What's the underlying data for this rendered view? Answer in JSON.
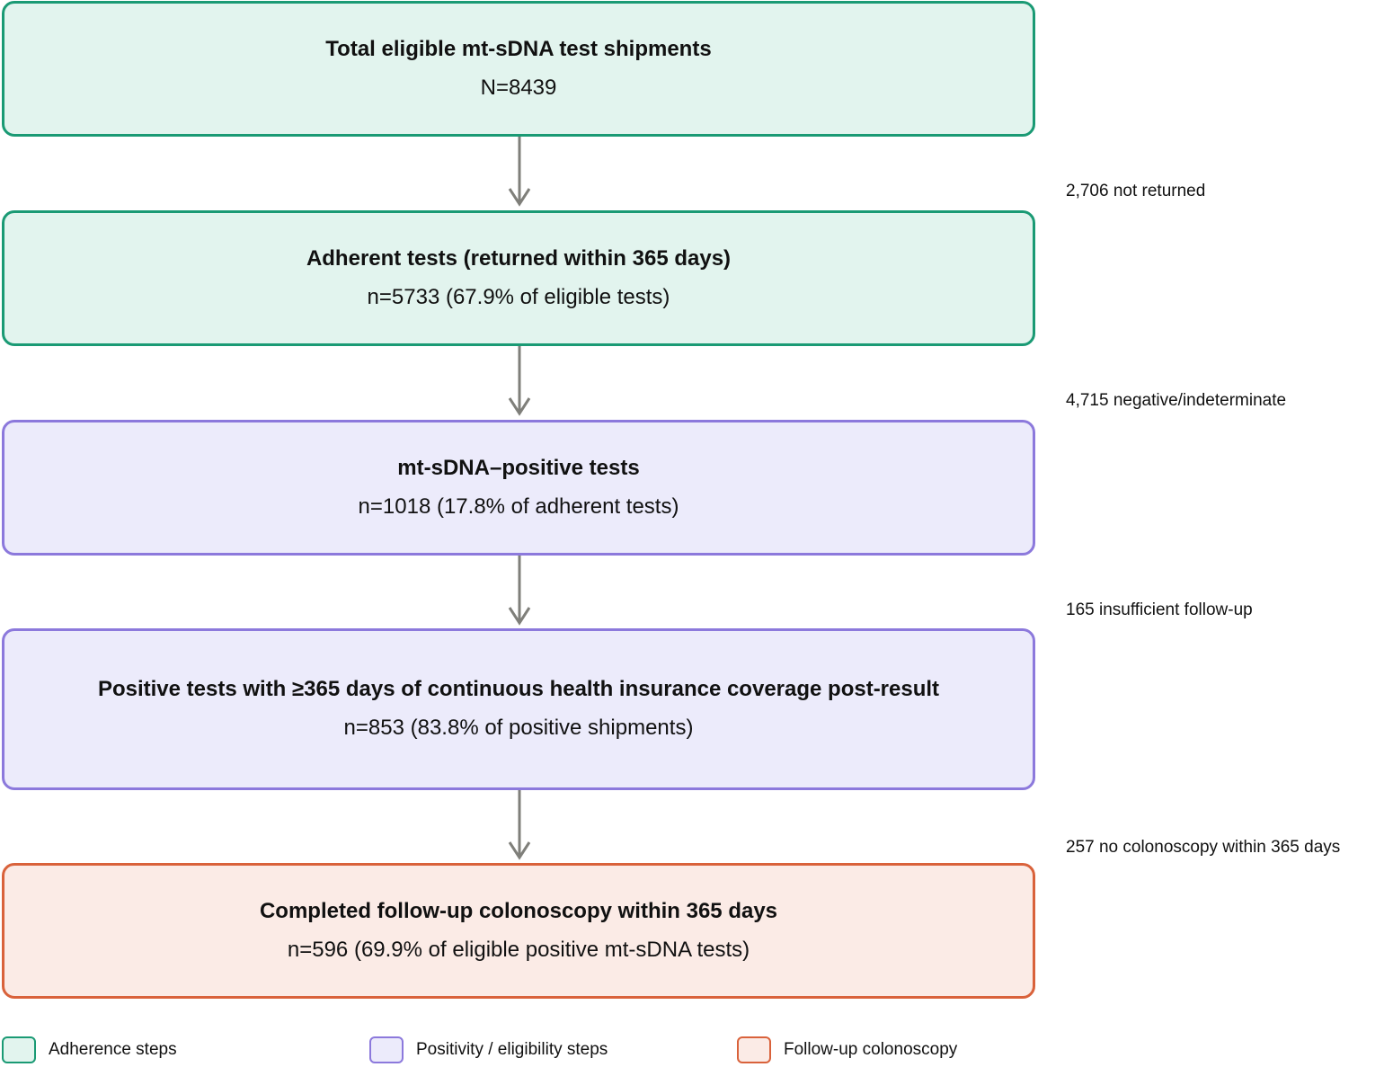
{
  "colors": {
    "adherence_border": "#1a9a74",
    "adherence_fill": "#e2f4ee",
    "positivity_border": "#8c79dc",
    "positivity_fill": "#ecebfb",
    "followup_border": "#d9623b",
    "followup_fill": "#fbebe6",
    "arrow": "#7f7f7a"
  },
  "steps": [
    {
      "title": "Total eligible mt-sDNA test shipments",
      "count": "N=8439",
      "category": "adherence"
    },
    {
      "title": "Adherent tests (returned within 365 days)",
      "count": "n=5733 (67.9% of eligible tests)",
      "category": "adherence"
    },
    {
      "title": "mt-sDNA–positive tests",
      "count": "n=1018 (17.8% of adherent tests)",
      "category": "positivity"
    },
    {
      "title": "Positive tests with ≥365 days of continuous health insurance coverage post-result",
      "count": "n=853 (83.8% of positive shipments)",
      "category": "positivity"
    },
    {
      "title": "Completed follow-up colonoscopy within 365 days",
      "count": "n=596 (69.9% of eligible positive mt-sDNA tests)",
      "category": "followup"
    }
  ],
  "exclusions": [
    "2,706 not returned",
    "4,715 negative/indeterminate",
    "165 insufficient follow-up",
    "257 no colonoscopy within 365 days"
  ],
  "legend": [
    {
      "label": "Adherence steps",
      "category": "adherence"
    },
    {
      "label": "Positivity / eligibility steps",
      "category": "positivity"
    },
    {
      "label": "Follow-up colonoscopy",
      "category": "followup"
    }
  ]
}
